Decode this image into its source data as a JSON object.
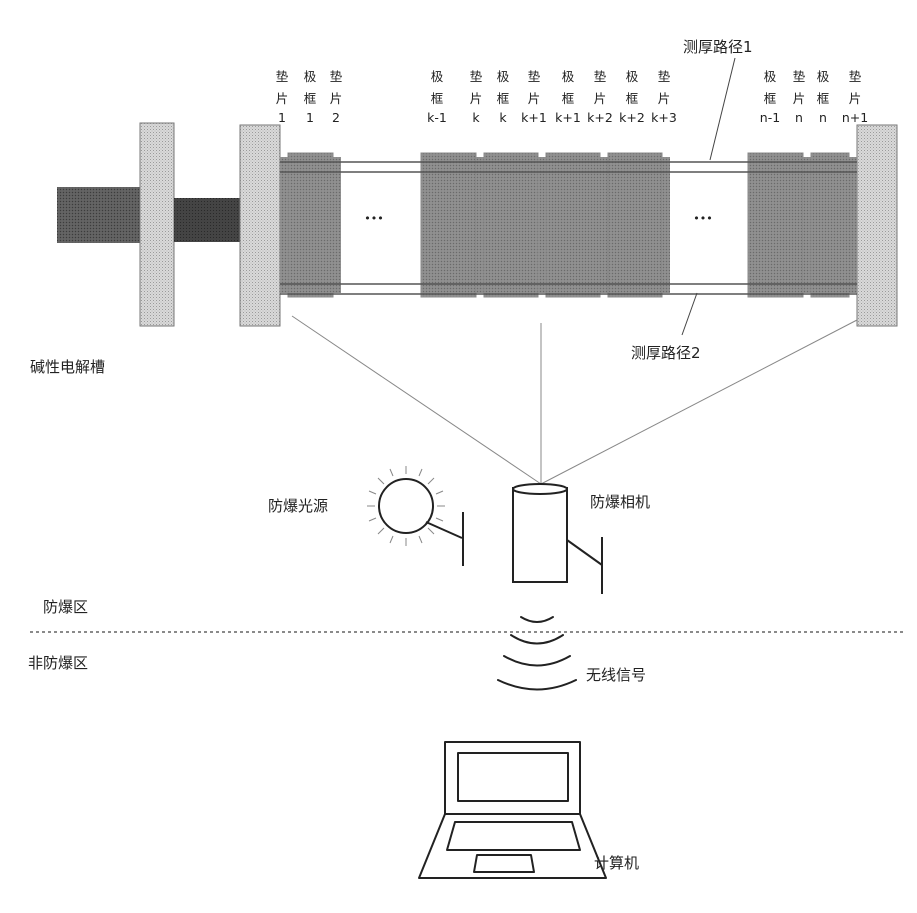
{
  "labels": {
    "path1": "测厚路径1",
    "path2": "测厚路径2",
    "electrolyzer": "碱性电解槽",
    "light_source": "防爆光源",
    "camera": "防爆相机",
    "explosion_zone": "防爆区",
    "non_explosion_zone": "非防爆区",
    "wireless": "无线信号",
    "computer": "计算机",
    "ellipsis": "•••"
  },
  "columns": [
    {
      "l1": "垫",
      "l2": "片",
      "l3": "1"
    },
    {
      "l1": "极",
      "l2": "框",
      "l3": "1"
    },
    {
      "l1": "垫",
      "l2": "片",
      "l3": "2"
    },
    {
      "l1": "极",
      "l2": "框",
      "l3": "k-1"
    },
    {
      "l1": "垫",
      "l2": "片",
      "l3": "k"
    },
    {
      "l1": "极",
      "l2": "框",
      "l3": "k"
    },
    {
      "l1": "垫",
      "l2": "片",
      "l3": "k+1"
    },
    {
      "l1": "极",
      "l2": "框",
      "l3": "k+1"
    },
    {
      "l1": "垫",
      "l2": "片",
      "l3": "k+2"
    },
    {
      "l1": "极",
      "l2": "框",
      "l3": "k+2"
    },
    {
      "l1": "垫",
      "l2": "片",
      "l3": "k+3"
    },
    {
      "l1": "极",
      "l2": "框",
      "l3": "n-1"
    },
    {
      "l1": "垫",
      "l2": "片",
      "l3": "n"
    },
    {
      "l1": "极",
      "l2": "框",
      "l3": "n"
    },
    {
      "l1": "垫",
      "l2": "片",
      "l3": "n+1"
    }
  ]
}
